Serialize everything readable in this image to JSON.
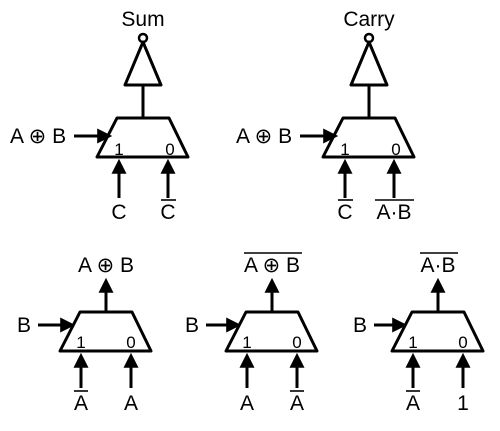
{
  "top": {
    "sum": {
      "title": "Sum",
      "select": "A ⊕ B",
      "in1": "C",
      "in0": "C",
      "pin1": "1",
      "pin0": "0"
    },
    "carry": {
      "title": "Carry",
      "select": "A ⊕ B",
      "in1": "C",
      "in0": "A·B",
      "pin1": "1",
      "pin0": "0"
    }
  },
  "bottom": {
    "xor": {
      "out": "A ⊕ B",
      "select": "B",
      "in1": "A",
      "in0": "A",
      "pin1": "1",
      "pin0": "0"
    },
    "xnor": {
      "out": "A ⊕ B",
      "select": "B",
      "in1": "A",
      "in0": "A",
      "pin1": "1",
      "pin0": "0"
    },
    "nand": {
      "out": "A·B",
      "select": "B",
      "in1": "A",
      "in0": "1",
      "pin1": "1",
      "pin0": "0"
    }
  }
}
